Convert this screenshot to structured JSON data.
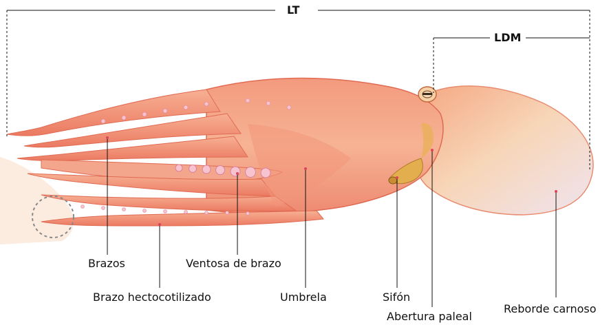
{
  "dimensions": {
    "total_length": "LT",
    "mantle_length": "LDM"
  },
  "labels": {
    "arms": "Brazos",
    "arm_sucker": "Ventosa de brazo",
    "hectocotylized_arm": "Brazo hectocotilizado",
    "web": "Umbrela",
    "siphon": "Sifón",
    "pallial_opening": "Abertura paleal",
    "fleshy_rim": "Reborde carnoso"
  },
  "colors": {
    "body_base": "#f4a28a",
    "body_dark": "#e8604a",
    "mantle_light": "#f7e0c6",
    "sucker": "#f7c3cf",
    "siphon": "#e0a84a",
    "hand_background": "#fce9dc"
  }
}
